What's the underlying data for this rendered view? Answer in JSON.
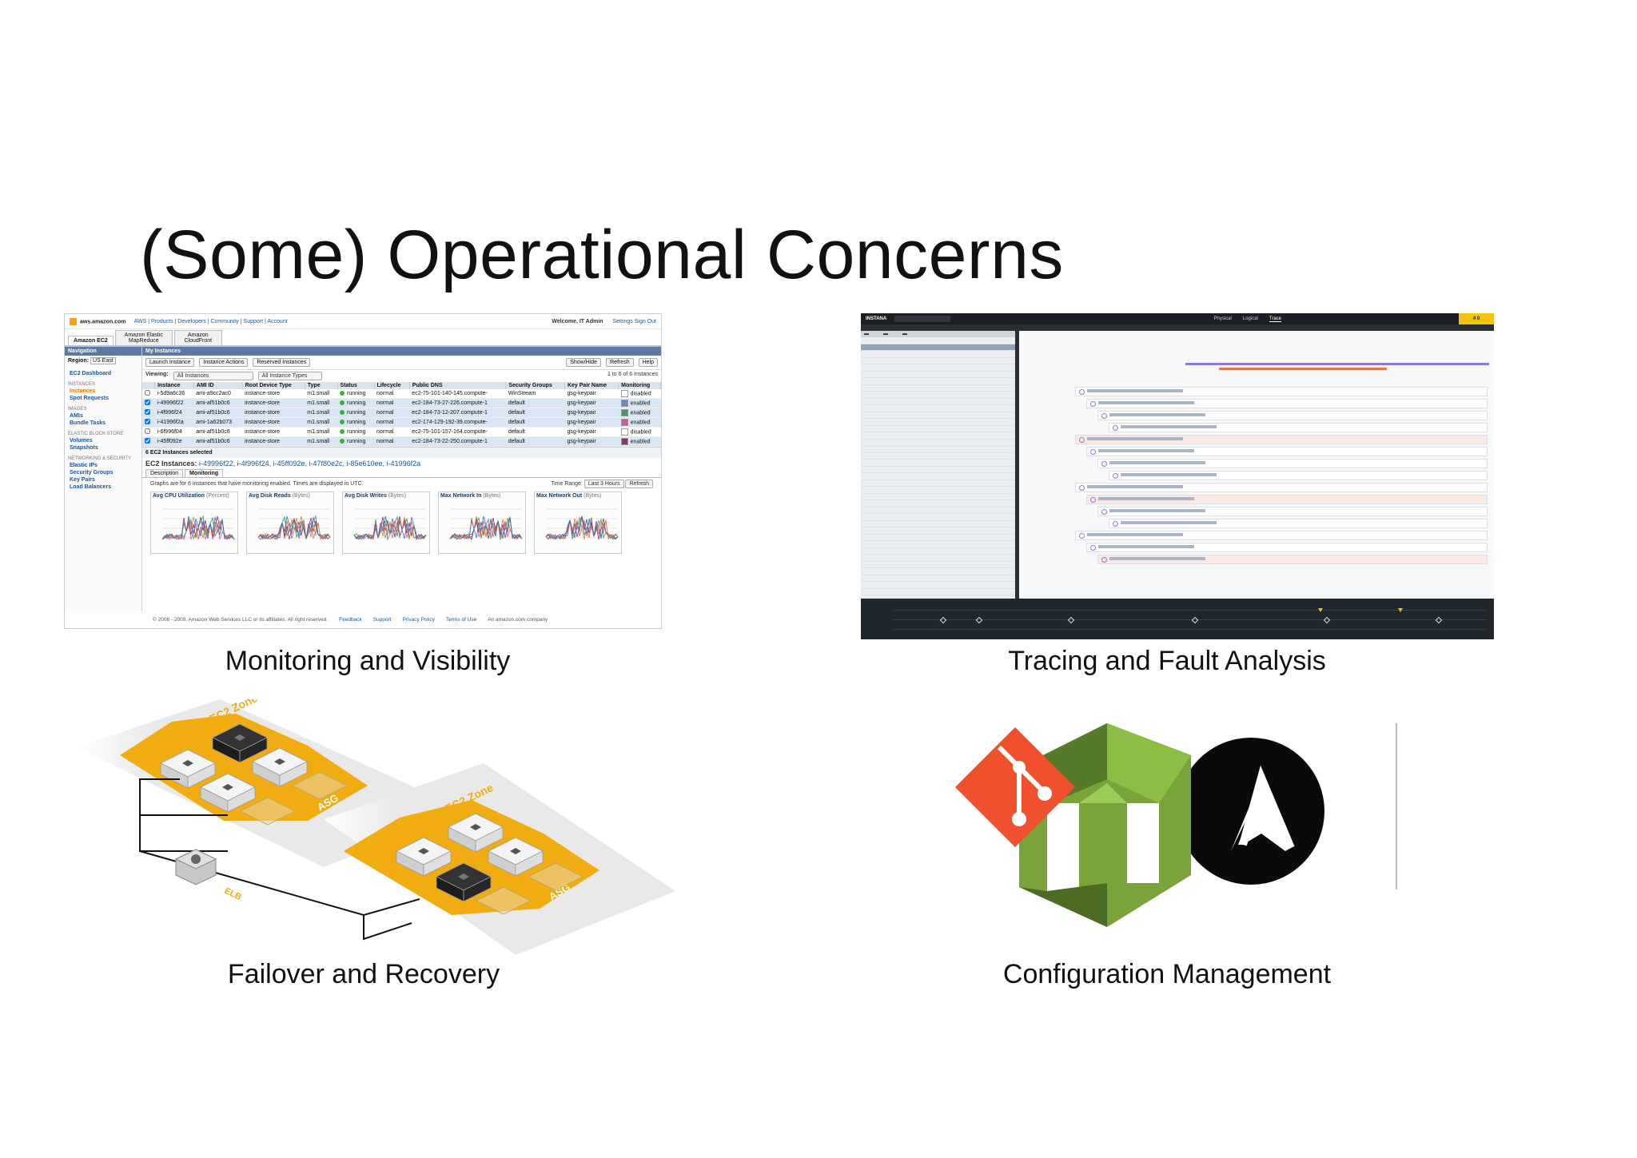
{
  "slide": {
    "title": "(Some) Operational Concerns",
    "captions": {
      "monitoring": "Monitoring and Visibility",
      "tracing": "Tracing and Fault Analysis",
      "failover": "Failover and Recovery",
      "config": "Configuration Management"
    }
  },
  "aws_console": {
    "site": "aws.amazon.com",
    "top_links": "AWS | Products | Developers | Community | Support | Account",
    "welcome": "Welcome, IT Admin",
    "settings": "Settings",
    "sign_out": "Sign Out",
    "tabs": [
      "Amazon EC2",
      "Amazon Elastic MapReduce",
      "Amazon CloudFront"
    ],
    "nav": {
      "header": "Navigation",
      "region_label": "Region:",
      "region_value": "US East",
      "dashboard": "EC2 Dashboard",
      "sections": [
        {
          "title": "INSTANCES",
          "items": [
            "Instances",
            "Spot Requests"
          ]
        },
        {
          "title": "IMAGES",
          "items": [
            "AMIs",
            "Bundle Tasks"
          ]
        },
        {
          "title": "ELASTIC BLOCK STORE",
          "items": [
            "Volumes",
            "Snapshots"
          ]
        },
        {
          "title": "NETWORKING & SECURITY",
          "items": [
            "Elastic IPs",
            "Security Groups",
            "Key Pairs",
            "Load Balancers"
          ]
        }
      ]
    },
    "main_header": "My Instances",
    "toolbar": {
      "launch": "Launch Instance",
      "actions": "Instance Actions",
      "reserved": "Reserved Instances",
      "show_hide": "Show/Hide",
      "refresh": "Refresh",
      "help": "Help"
    },
    "viewing": {
      "label": "Viewing:",
      "filter": "All Instances",
      "types": "All Instance Types",
      "pager": "1 to 6 of 6 Instances"
    },
    "columns": [
      "Instance",
      "AMI ID",
      "Root Device Type",
      "Type",
      "Status",
      "Lifecycle",
      "Public DNS",
      "Security Groups",
      "Key Pair Name",
      "Monitoring"
    ],
    "rows": [
      {
        "instance": "i-5d9a6c36",
        "ami": "ami-a9cc2ac0",
        "root": "instance-store",
        "type": "m1.small",
        "status": "running",
        "lifecycle": "normal",
        "dns": "ec2-75-101-140-145.compute-",
        "sg": "WinStream",
        "key": "gsg-keypair",
        "mon": "disabled",
        "mon_color": "#ffffff",
        "selected": false
      },
      {
        "instance": "i-49996f22",
        "ami": "ami-af51b0c6",
        "root": "instance-store",
        "type": "m1.small",
        "status": "running",
        "lifecycle": "normal",
        "dns": "ec2-184-73-27-226.compute-1",
        "sg": "default",
        "key": "gsg-keypair",
        "mon": "enabled",
        "mon_color": "#6a8ac0",
        "selected": true
      },
      {
        "instance": "i-4f996f24",
        "ami": "ami-af51b0c6",
        "root": "instance-store",
        "type": "m1.small",
        "status": "running",
        "lifecycle": "normal",
        "dns": "ec2-184-73-12-207.compute-1",
        "sg": "default",
        "key": "gsg-keypair",
        "mon": "enabled",
        "mon_color": "#3a9a6a",
        "selected": true
      },
      {
        "instance": "i-41996f2a",
        "ami": "ami-1a62b073",
        "root": "instance-store",
        "type": "m1.small",
        "status": "running",
        "lifecycle": "normal",
        "dns": "ec2-174-129-192-39.compute-",
        "sg": "default",
        "key": "gsg-keypair",
        "mon": "enabled",
        "mon_color": "#d05aa0",
        "selected": true
      },
      {
        "instance": "i-6f996f04",
        "ami": "ami-af51b0c6",
        "root": "instance-store",
        "type": "m1.small",
        "status": "running",
        "lifecycle": "normal",
        "dns": "ec2-75-101-157-164.compute-",
        "sg": "default",
        "key": "gsg-keypair",
        "mon": "disabled",
        "mon_color": "#ffffff",
        "selected": false
      },
      {
        "instance": "i-45ff092e",
        "ami": "ami-af51b0c6",
        "root": "instance-store",
        "type": "m1.small",
        "status": "running",
        "lifecycle": "normal",
        "dns": "ec2-184-73-22-250.compute-1",
        "sg": "default",
        "key": "gsg-keypair",
        "mon": "enabled",
        "mon_color": "#7a3a6a",
        "selected": true
      }
    ],
    "selected_bar": "6 EC2 Instances selected",
    "ec2_instances_label": "EC2 Instances:",
    "ec2_instances": "i-49996f22, i-4f996f24, i-45ff092e, i-47f80e2c, i-85e610ee, i-41996f2a",
    "subtabs": [
      "Description",
      "Monitoring"
    ],
    "graphs_note": "Graphs are for 6 instances that have monitoring enabled. Times are displayed in UTC.",
    "time_range_label": "Time Range:",
    "time_range_value": "Last 3 Hours",
    "graphs_refresh": "Refresh",
    "graphs": [
      {
        "title": "Avg CPU Utilization",
        "unit": "(Percent)"
      },
      {
        "title": "Avg Disk Reads",
        "unit": "(Bytes)"
      },
      {
        "title": "Avg Disk Writes",
        "unit": "(Bytes)"
      },
      {
        "title": "Max Network In",
        "unit": "(Bytes)"
      },
      {
        "title": "Max Network Out",
        "unit": "(Bytes)"
      }
    ],
    "footer": {
      "copyright": "© 2008 - 2009, Amazon Web Services LLC or its affiliates. All right reserved.",
      "links": [
        "Feedback",
        "Support",
        "Privacy Policy",
        "Terms of Use"
      ],
      "company": "An amazon.com company"
    }
  },
  "instana": {
    "brand": "INSTANA",
    "tabs": [
      "Physical",
      "Logical",
      "Trace"
    ],
    "warn": "4 0"
  },
  "failover": {
    "zone_labels": [
      "EC2 Zone",
      "EC2 Zone"
    ],
    "asg_labels": [
      "ASG",
      "ASG"
    ],
    "elb_label": "ELB"
  },
  "config_logos": [
    "git-logo",
    "aws-opsworks-logo",
    "ansible-logo"
  ]
}
